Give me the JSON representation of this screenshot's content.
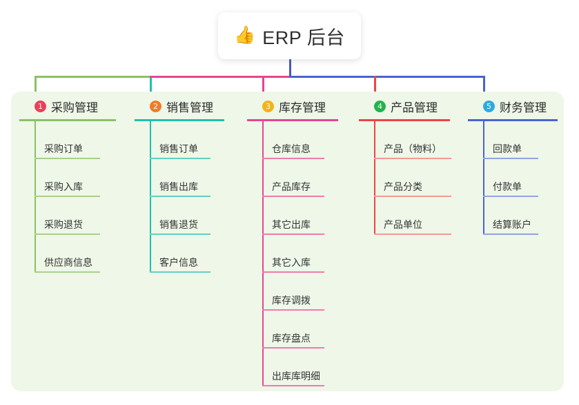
{
  "root": {
    "icon": "thumbs-up-icon",
    "icon_glyph": "👍",
    "title": "ERP 后台"
  },
  "palette": {
    "panel_bg": "#eef7e8",
    "card_bg": "#ffffff",
    "stem": "#4a56c0",
    "branch_green": "#8cc063",
    "branch_teal": "#1fbfae",
    "branch_magenta": "#e8438f",
    "branch_red": "#ef4343",
    "branch_blue": "#4a63d0"
  },
  "columns": [
    {
      "number": "1",
      "title": "采购管理",
      "badge_color": "#ee3f5a",
      "line_color": "#8cc063",
      "leaf_line_color": "#a9cf8b",
      "items": [
        "采购订单",
        "采购入库",
        "采购退货",
        "供应商信息"
      ]
    },
    {
      "number": "2",
      "title": "销售管理",
      "badge_color": "#f07c28",
      "line_color": "#1fbfae",
      "leaf_line_color": "#63cfc3",
      "items": [
        "销售订单",
        "销售出库",
        "销售退货",
        "客户信息"
      ]
    },
    {
      "number": "3",
      "title": "库存管理",
      "badge_color": "#f2b31c",
      "line_color": "#e8438f",
      "leaf_line_color": "#ef7aae",
      "items": [
        "仓库信息",
        "产品库存",
        "其它出库",
        "其它入库",
        "库存调拨",
        "库存盘点",
        "出库库明细"
      ]
    },
    {
      "number": "4",
      "title": "产品管理",
      "badge_color": "#23b24b",
      "line_color": "#ef4343",
      "leaf_line_color": "#f49a92",
      "items": [
        "产品（物料）",
        "产品分类",
        "产品单位"
      ]
    },
    {
      "number": "5",
      "title": "财务管理",
      "badge_color": "#2eaae0",
      "line_color": "#4a63d0",
      "leaf_line_color": "#8fa4e0",
      "items": [
        "回款单",
        "付款单",
        "结算账户"
      ]
    }
  ]
}
